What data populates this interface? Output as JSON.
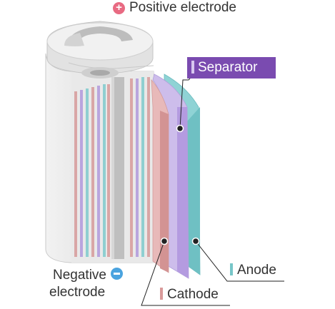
{
  "labels": {
    "positive": "Positive electrode",
    "separator": "Separator",
    "negative_line1": "Negative",
    "negative_line2": "electrode",
    "anode": "Anode",
    "cathode": "Cathode"
  },
  "icons": {
    "positive": "plus-circle-icon",
    "negative": "minus-circle-icon"
  },
  "colors": {
    "cathode": "#d99a9a",
    "separator": "#b8a3df",
    "anode": "#77c6c8",
    "separator_badge": "#7a4bb0",
    "positive_badge": "#e86a82",
    "negative_badge": "#4aa3df"
  }
}
